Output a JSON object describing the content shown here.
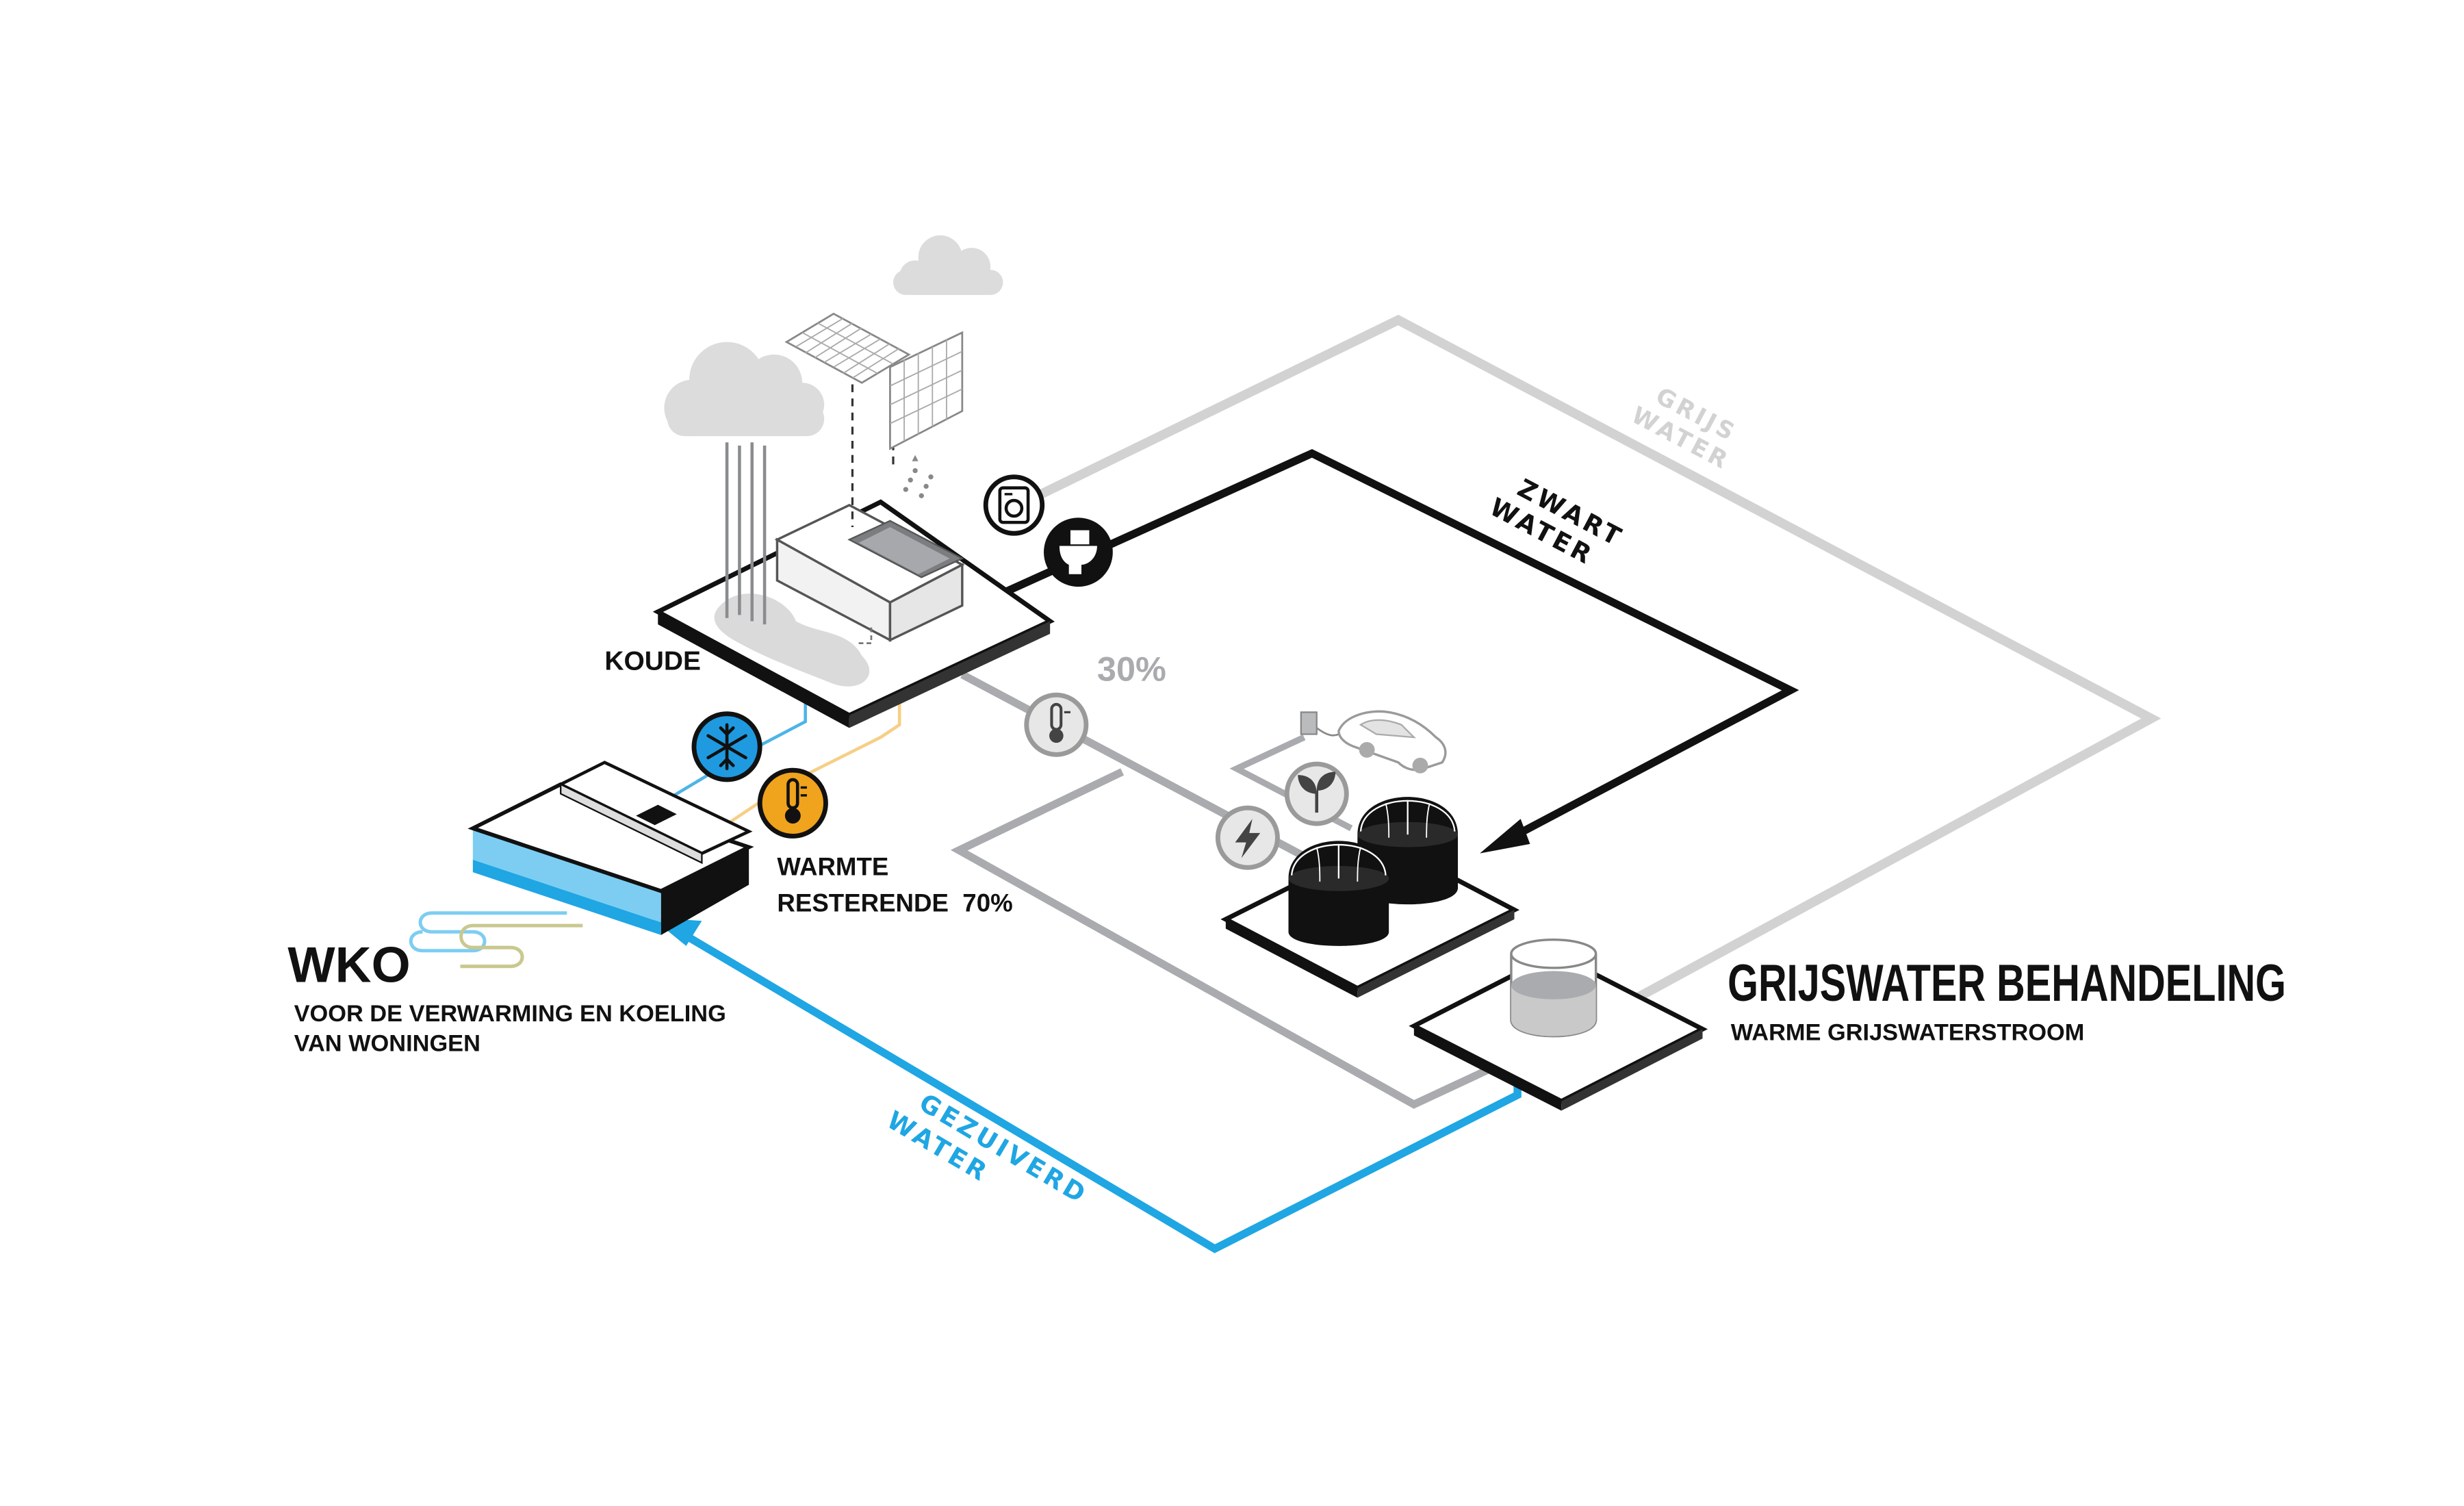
{
  "labels": {
    "koude": "KOUDE",
    "percent_30": "30%",
    "warmte": "WARMTE",
    "resterende": "RESTERENDE  70%",
    "wko_title": "WKO",
    "wko_line1": "VOOR DE VERWARMING EN KOELING",
    "wko_line2": "VAN WONINGEN",
    "grijs_1": "GRIJS",
    "grijs_2": "WATER",
    "zwart_1": "ZWART",
    "zwart_2": "WATER",
    "gezuiverd_1": "GEZUIVERD",
    "gezuiverd_2": "WATER",
    "gw_title": "GRIJSWATER BEHANDELING",
    "gw_sub": "WARME GRIJSWATERSTROOM"
  },
  "colors": {
    "black_water": "#111111",
    "grey_water": "#d2d2d2",
    "mid_grey_pipe": "#a9abae",
    "purified_water": "#1fa6e3",
    "pool_blue": "#7dcdf2",
    "cold_icon": "#1f9ae0",
    "heat_icon": "#f0a31c",
    "heat_line": "#f6cf86",
    "cloud": "#dcdcdc"
  },
  "icons": [
    "cloud-icon",
    "solar-panel-icon",
    "washing-machine-icon",
    "toilet-icon",
    "snowflake-icon",
    "thermometer-icon",
    "lightning-icon",
    "sprout-icon",
    "car-icon",
    "digester-icon",
    "water-tank-icon"
  ]
}
